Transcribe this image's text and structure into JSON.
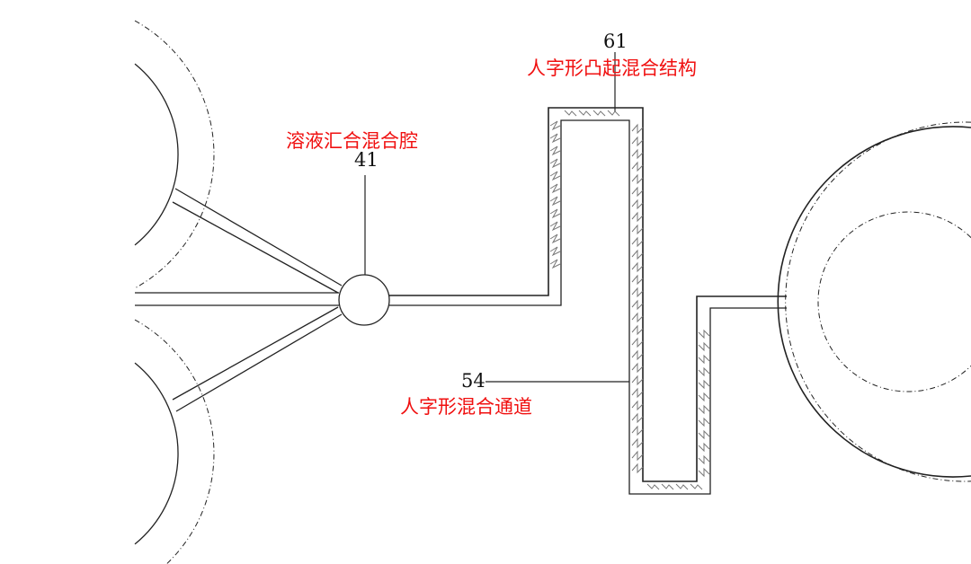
{
  "labels": {
    "ref_61": "61",
    "ref_61_desc": "人字形凸起混合结构",
    "ref_41_desc": "溶液汇合混合腔",
    "ref_41": "41",
    "ref_54": "54",
    "ref_54_desc": "人字形混合通道"
  },
  "colors": {
    "annotation": "#f01010",
    "line": "#222222"
  }
}
